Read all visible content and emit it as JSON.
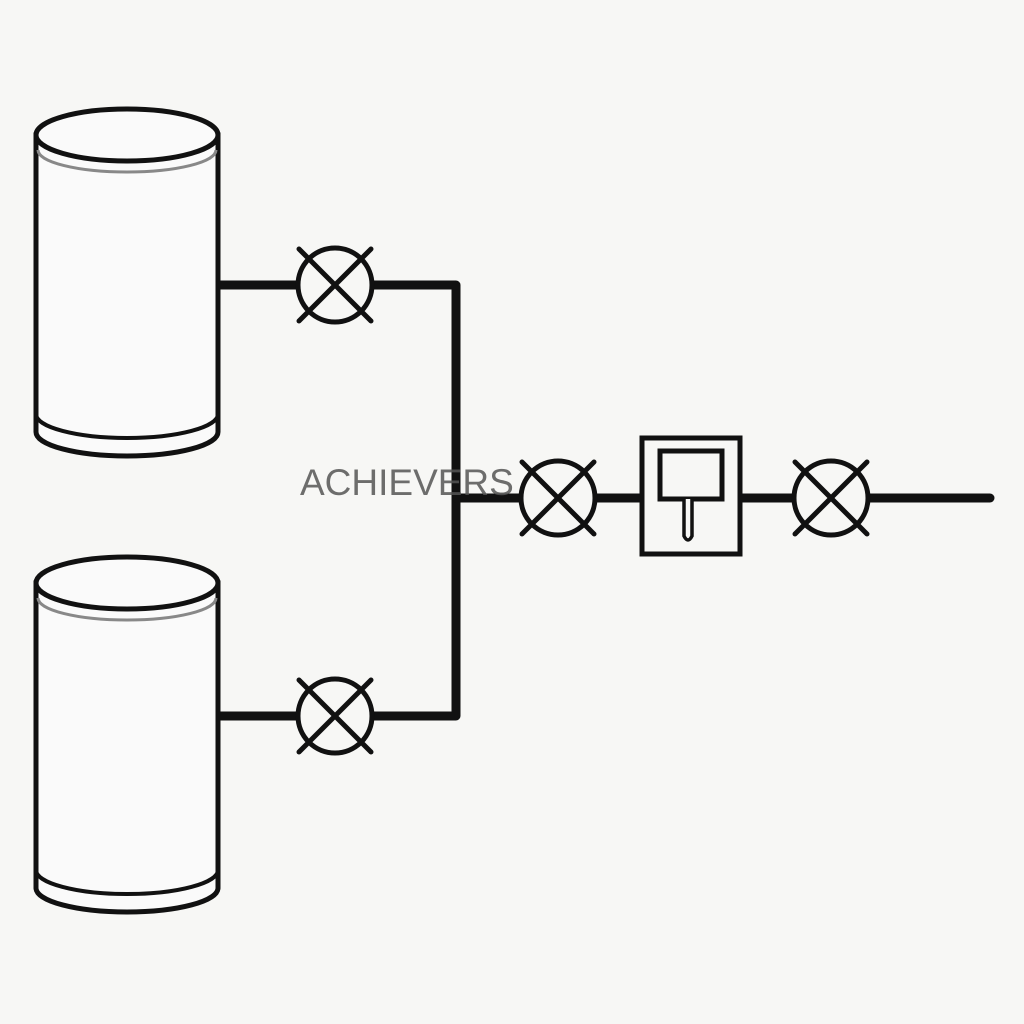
{
  "diagram": {
    "watermark": "ACHIEVERS",
    "colors": {
      "background": "#f7f7f5",
      "line": "#111111",
      "tank_fill": "#fafafa",
      "tank_rim": "#888888",
      "watermark": "#555555"
    },
    "components": [
      {
        "id": "tank-1",
        "kind": "tank-icon"
      },
      {
        "id": "tank-2",
        "kind": "tank-icon"
      },
      {
        "id": "valve-1",
        "kind": "valve-icon"
      },
      {
        "id": "valve-2",
        "kind": "valve-icon"
      },
      {
        "id": "valve-3",
        "kind": "valve-icon"
      },
      {
        "id": "valve-4",
        "kind": "valve-icon"
      },
      {
        "id": "meter-1",
        "kind": "meter-icon"
      }
    ]
  }
}
